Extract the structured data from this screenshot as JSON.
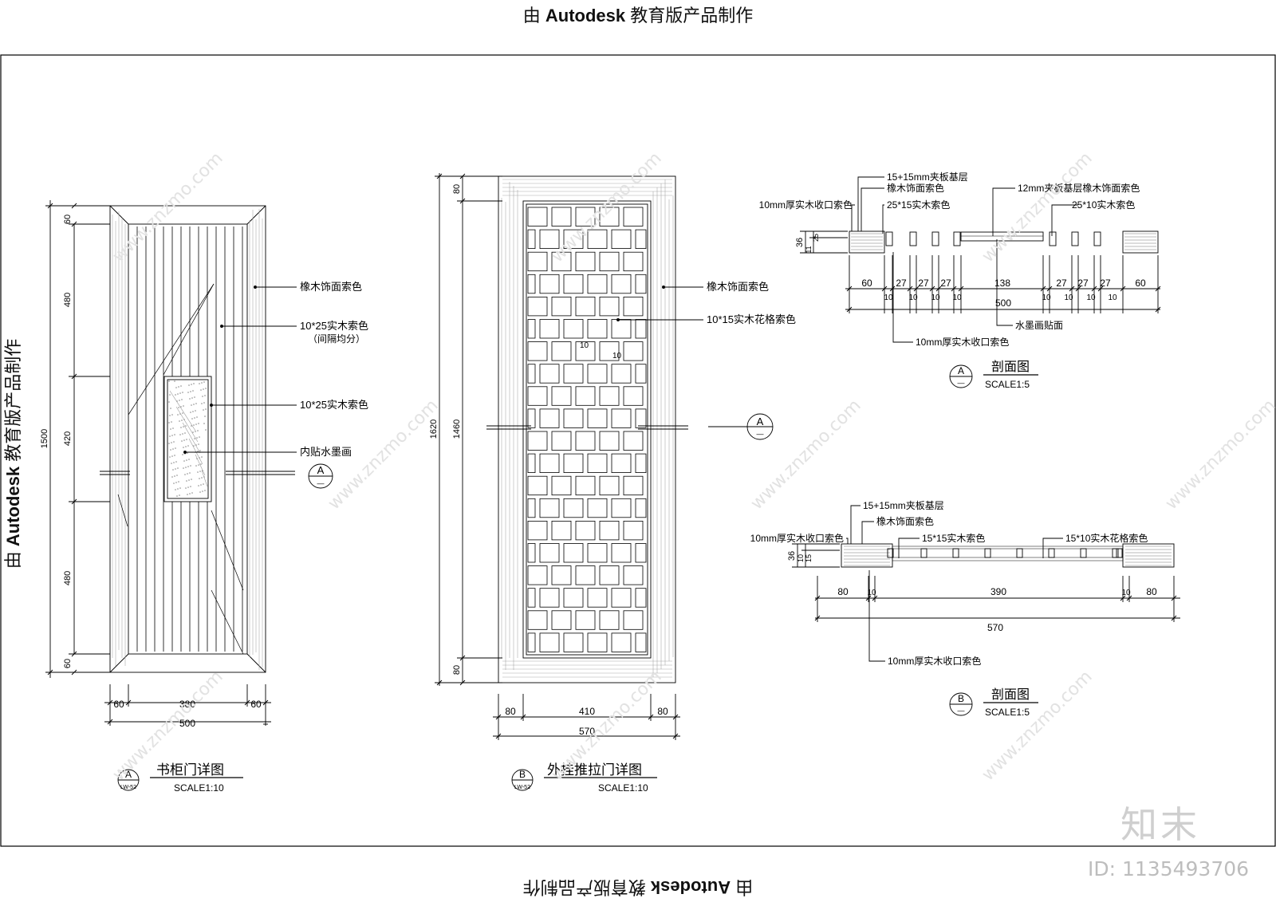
{
  "stamp": {
    "prefix": "由 ",
    "brand": "Autodesk",
    "suffix": " 教育版产品制作"
  },
  "watermark": {
    "logo_text": "知末",
    "id_text": "ID: 1135493706",
    "site_text": "www.znzmo.com"
  },
  "drawing_a": {
    "title": "书柜门详图",
    "marker_letter": "A",
    "marker_sub": "LW-52",
    "scale": "SCALE1:10",
    "dims_left": [
      "60",
      "480",
      "420",
      "480",
      "60"
    ],
    "dim_total_v": "1500",
    "dims_bottom": [
      "60",
      "380",
      "60"
    ],
    "dim_total_h": "500",
    "labels": [
      "橡木饰面索色",
      "10*25实木索色",
      "（间隔均分）",
      "10*25实木索色",
      "内贴水墨画"
    ],
    "section_marker": "A"
  },
  "drawing_b": {
    "title": "外挂推拉门详图",
    "marker_letter": "B",
    "marker_sub": "LW-52",
    "scale": "SCALE1:10",
    "dims_left_outer": "1620",
    "dims_left": [
      "80",
      "1460",
      "80"
    ],
    "dims_bottom": [
      "80",
      "410",
      "80"
    ],
    "dim_total_h": "570",
    "labels": [
      "橡木饰面索色",
      "10*15实木花格索色"
    ],
    "inner_dims": [
      "10",
      "10"
    ],
    "section_marker": "A"
  },
  "section_a": {
    "title": "剖面图",
    "marker_letter": "A",
    "scale": "SCALE1:5",
    "labels_top": [
      "15+15mm夹板基层",
      "橡木饰面索色",
      "10mm厚实木收口索色",
      "25*15实木索色",
      "12mm夹板基层橡木饰面索色",
      "25*10实木索色"
    ],
    "labels_bottom": [
      "水墨画贴面",
      "10mm厚实木收口索色"
    ],
    "dims_v": [
      "36",
      "11",
      "25"
    ],
    "dims_top_row": [
      "60",
      "27",
      "27",
      "27",
      "138",
      "27",
      "27",
      "27",
      "60"
    ],
    "dims_small": [
      "10",
      "10",
      "10",
      "10",
      "10",
      "10",
      "10",
      "10"
    ],
    "dim_total": "500"
  },
  "section_b": {
    "title": "剖面图",
    "marker_letter": "B",
    "scale": "SCALE1:5",
    "labels_top": [
      "15+15mm夹板基层",
      "橡木饰面索色",
      "10mm厚实木收口索色",
      "15*15实木索色",
      "15*10实木花格索色"
    ],
    "labels_bottom": [
      "10mm厚实木收口索色"
    ],
    "dims_v": [
      "36",
      "10",
      "15"
    ],
    "dims_row": [
      "80",
      "10",
      "390",
      "10",
      "80"
    ],
    "dim_total": "570"
  }
}
